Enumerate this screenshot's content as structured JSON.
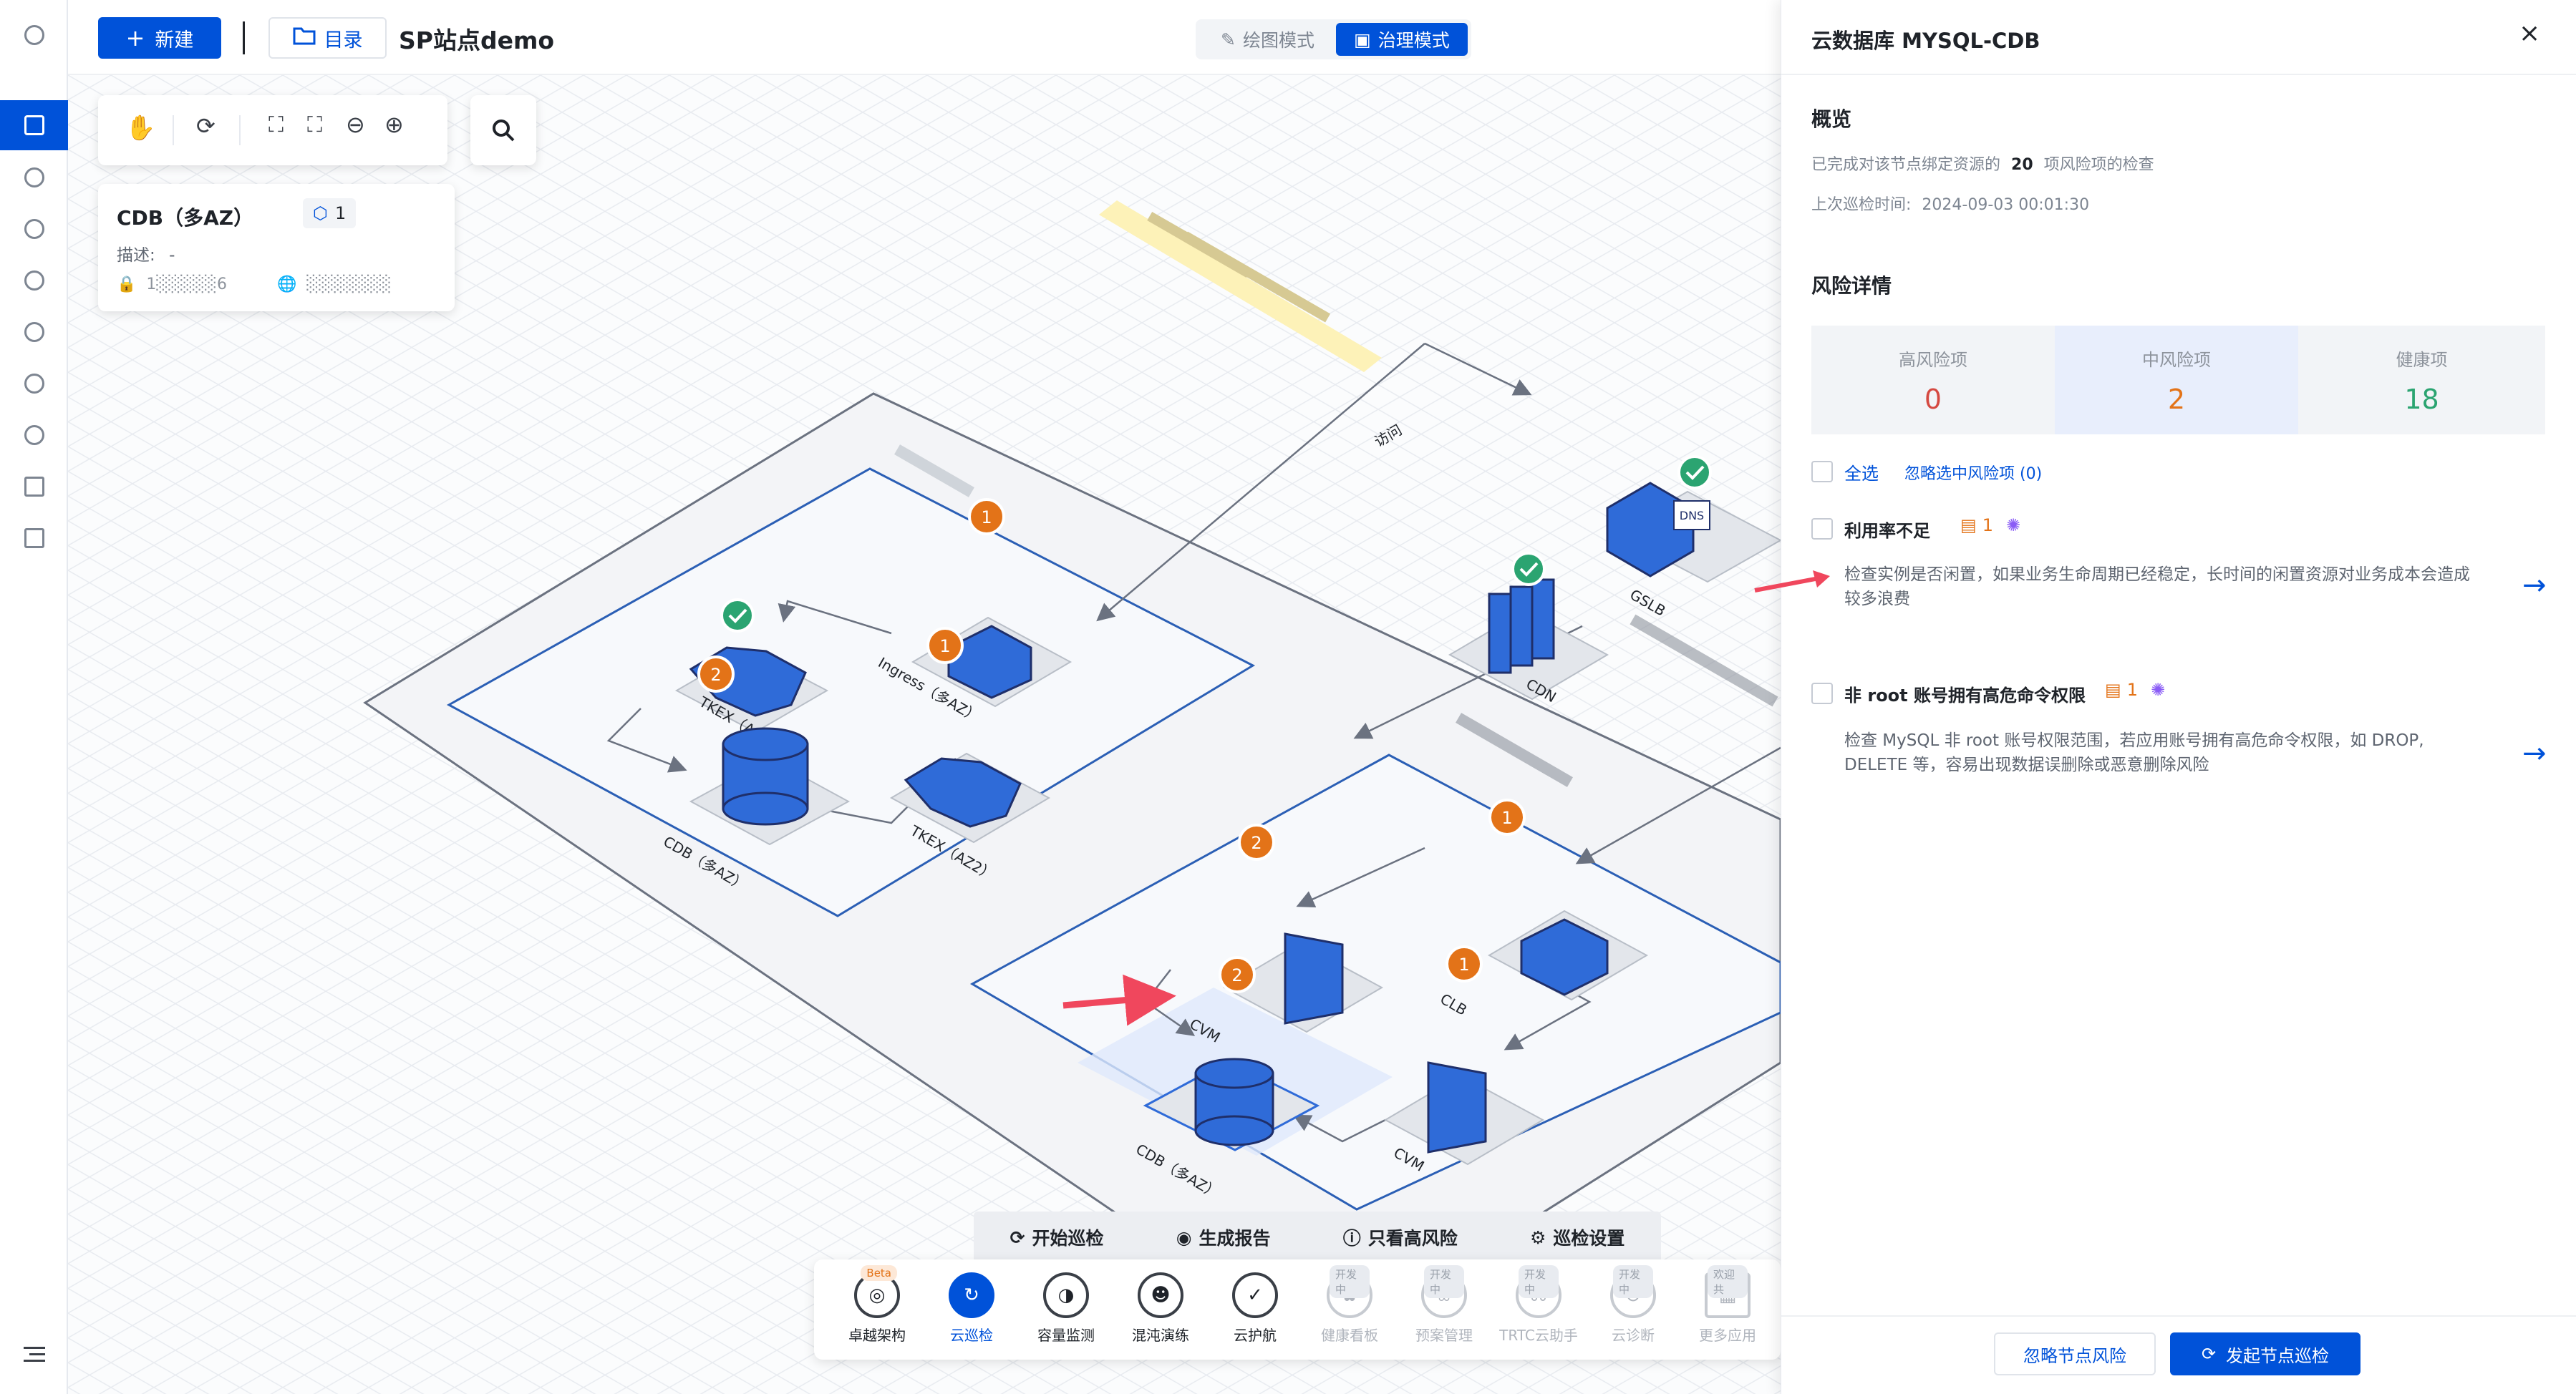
{
  "topbar": {
    "new_label": "新建",
    "catalog_label": "目录",
    "site_title": "SP站点demo",
    "draw_mode": "绘图模式",
    "govern_mode": "治理模式"
  },
  "node_card": {
    "title": "CDB（多AZ）",
    "count": "1",
    "desc_label": "描述:",
    "desc_value": "-",
    "private_ip": "1░░░░░6",
    "public_ip": "░░░░░░░"
  },
  "diagram": {
    "labels": {
      "access": "访问",
      "gslb": "GSLB",
      "cdn": "CDN",
      "tkex1": "TKEX（A",
      "ingress": "Ingress（多AZ）",
      "cdb1": "CDB（多AZ）",
      "tkex2": "TKEX（AZ2）",
      "cvm1": "CVM",
      "clb": "CLB",
      "cdb2": "CDB（多AZ）",
      "cvm2": "CVM",
      "dns": "DNS"
    },
    "badges": {
      "ingress": "1",
      "cdb1": "2",
      "tkex2": "1",
      "cvm1": "2",
      "clb": "1",
      "cdb2": "2",
      "cvm2": "1"
    }
  },
  "bottom_actions": {
    "start": "开始巡检",
    "report": "生成报告",
    "high_only": "只看高风险",
    "settings": "巡检设置"
  },
  "bottom_apps": [
    {
      "label": "卓越架构",
      "tag": "Beta",
      "icon": "architecture-icon",
      "state": "normal"
    },
    {
      "label": "云巡检",
      "tag": "",
      "icon": "cloud-inspect-icon",
      "state": "active"
    },
    {
      "label": "容量监测",
      "tag": "",
      "icon": "capacity-icon",
      "state": "normal"
    },
    {
      "label": "混沌演练",
      "tag": "",
      "icon": "chaos-icon",
      "state": "normal"
    },
    {
      "label": "云护航",
      "tag": "",
      "icon": "escort-icon",
      "state": "normal"
    },
    {
      "label": "健康看板",
      "tag": "开发中",
      "icon": "health-icon",
      "state": "disabled"
    },
    {
      "label": "预案管理",
      "tag": "开发中",
      "icon": "plan-icon",
      "state": "disabled"
    },
    {
      "label": "TRTC云助手",
      "tag": "开发中",
      "icon": "trtc-icon",
      "state": "disabled"
    },
    {
      "label": "云诊断",
      "tag": "开发中",
      "icon": "diagnose-icon",
      "state": "disabled"
    },
    {
      "label": "更多应用",
      "tag": "欢迎共",
      "icon": "more-apps-icon",
      "state": "disabled"
    }
  ],
  "drawer": {
    "title": "云数据库 MYSQL-CDB",
    "overview_title": "概览",
    "overview_prefix": "已完成对该节点绑定资源的",
    "overview_count": "20",
    "overview_suffix": "项风险项的检查",
    "last_check_label": "上次巡检时间:",
    "last_check_time": "2024-09-03 00:01:30",
    "risk_title": "风险详情",
    "stats": [
      {
        "label": "高风险项",
        "value": "0",
        "color": "#d54941"
      },
      {
        "label": "中风险项",
        "value": "2",
        "color": "#e37318"
      },
      {
        "label": "健康项",
        "value": "18",
        "color": "#2ba471"
      }
    ],
    "select_all": "全选",
    "ignore_selected": "忽略选中风险项 (0)",
    "risks": [
      {
        "title": "利用率不足",
        "count": "1",
        "desc": "检查实例是否闲置，如果业务生命周期已经稳定，长时间的闲置资源对业务成本会造成较多浪费"
      },
      {
        "title": "非 root 账号拥有高危命令权限",
        "count": "1",
        "desc": "检查 MySQL 非 root 账号权限范围，若应用账号拥有高危命令权限，如 DROP, DELETE 等，容易出现数据误删除或恶意删除风险"
      }
    ],
    "ignore_btn": "忽略节点风险",
    "inspect_btn": "发起节点巡检"
  }
}
